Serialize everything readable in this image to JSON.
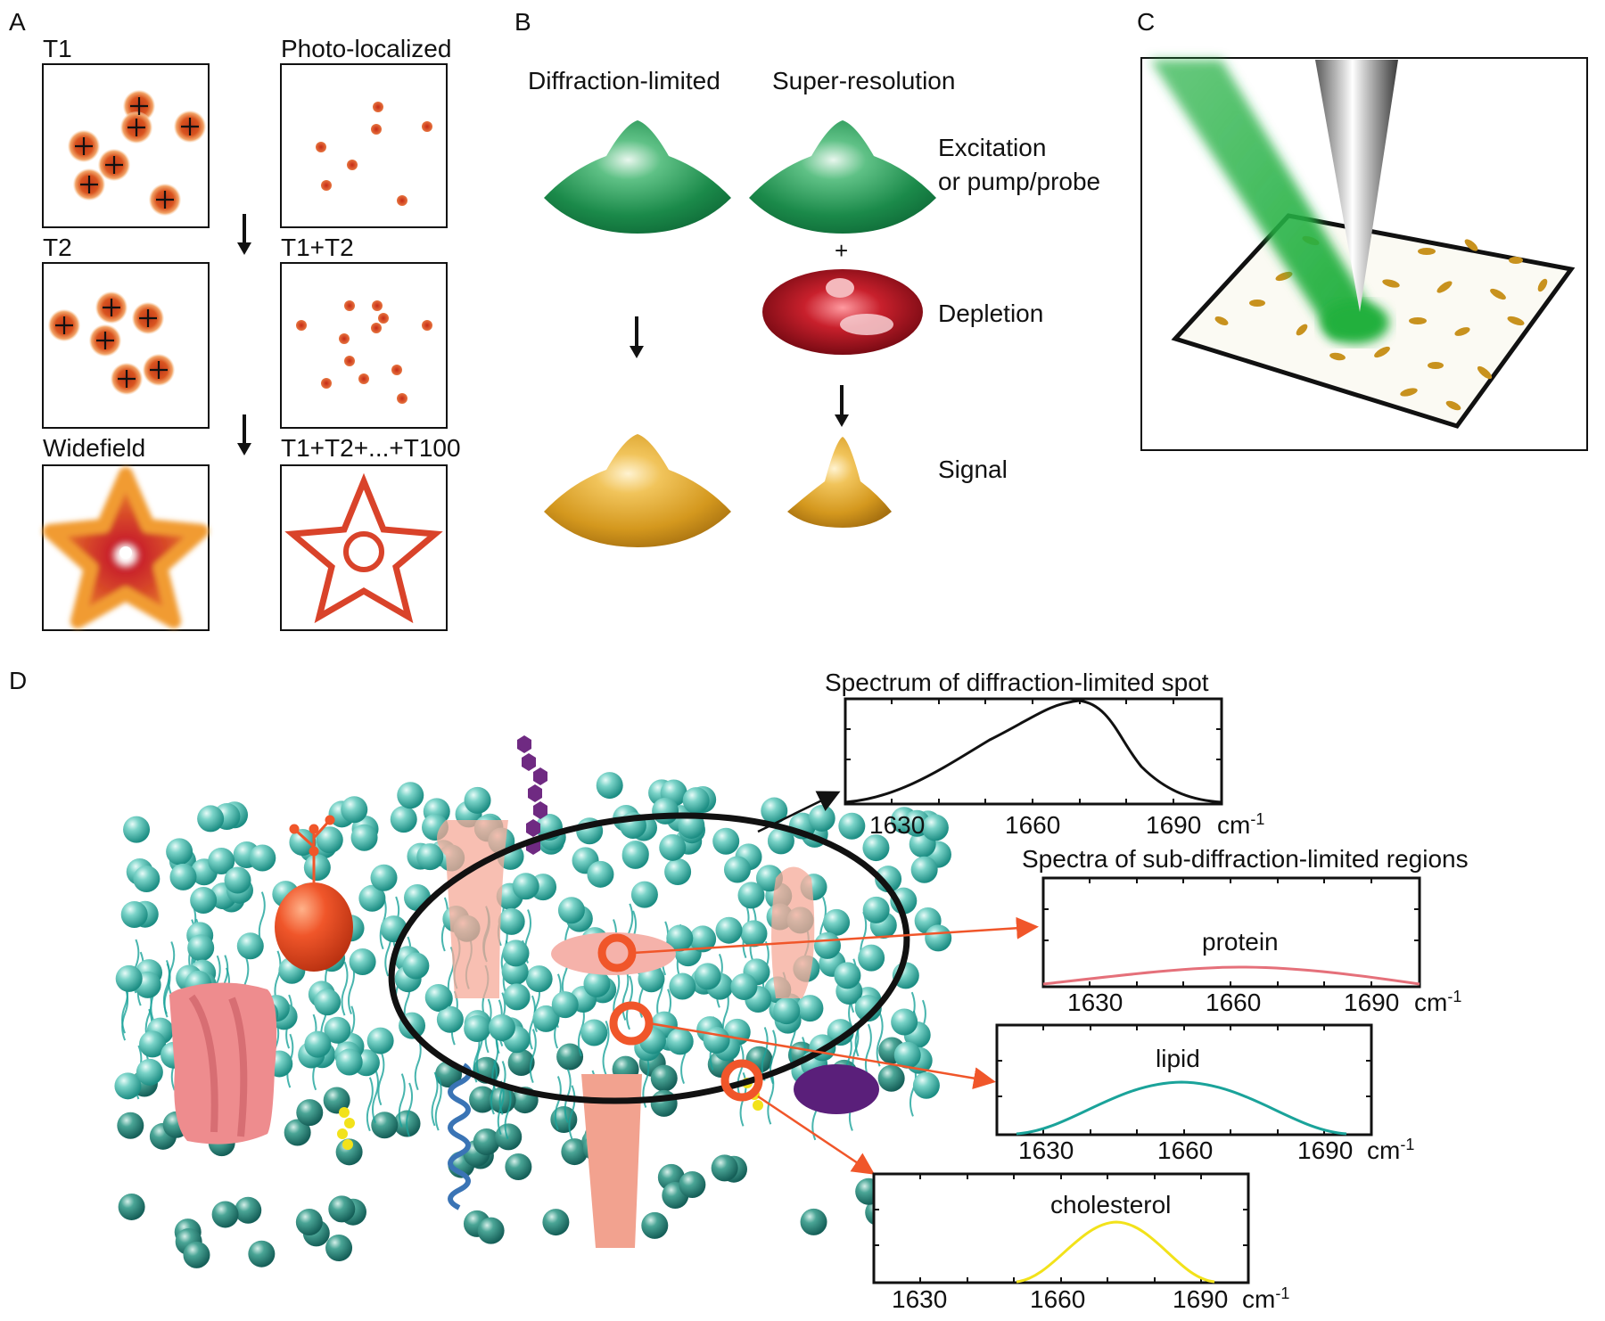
{
  "panels": {
    "a": "A",
    "b": "B",
    "c": "C",
    "d": "D"
  },
  "panel_a": {
    "t1": "T1",
    "photo_localized": "Photo-localized",
    "t2": "T2",
    "t1_t2": "T1+T2",
    "widefield": "Widefield",
    "t1_t100": "T1+T2+...+T100"
  },
  "panel_b": {
    "col_diffraction": "Diffraction-limited",
    "col_super": "Super-resolution",
    "excitation_1": "Excitation",
    "excitation_2": "or pump/probe",
    "plus": "+",
    "depletion": "Depletion",
    "signal": "Signal"
  },
  "panel_d": {
    "spectrum_title": "Spectrum of diffraction-limited spot",
    "sub_title": "Spectra of sub-diffraction-limited regions",
    "unit": "cm",
    "unit_exp": "-1",
    "ticks": [
      "1630",
      "1660",
      "1690"
    ],
    "protein": "protein",
    "lipid": "lipid",
    "cholesterol": "cholesterol"
  },
  "colors": {
    "green": "#1f8a4c",
    "gold": "#c8921e",
    "red": "#a3121b",
    "teal": "#1aa39a",
    "protein": "#e5707a",
    "cholesterol": "#f2e21a",
    "orange": "#f0562a"
  }
}
